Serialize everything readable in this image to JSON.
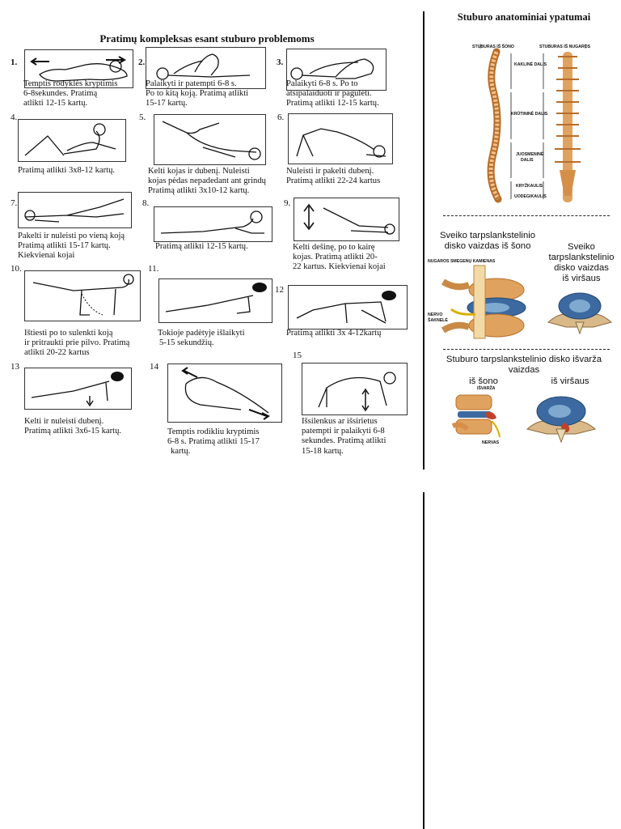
{
  "main_title": "Pratimų kompleksas esant stuburo problemoms",
  "side_title": "Stuburo anatominiai ypatumai",
  "exercises": [
    {
      "num": "1.",
      "lines": [
        "Temptis rodyklės kryptimis",
        "6-8sekundes. Pratimą",
        "atlikti 12-15 kartų."
      ]
    },
    {
      "num": "2.",
      "lines": [
        "Palaikyti ir patempti 6-8 s.",
        "Po to kitą koją. Pratimą atlikti",
        "15-17 kartų."
      ]
    },
    {
      "num": "3.",
      "lines": [
        "Palaikyti 6-8 s. Po to",
        "atsipalaiduoti ir pagulėti.",
        "Pratimą atlikti 12-15 kartų."
      ]
    },
    {
      "num": "4.",
      "lines": [
        "Pratimą atlikti 3x8-12 kartų."
      ]
    },
    {
      "num": "5.",
      "lines": [
        "Kelti kojas ir dubenį. Nuleisti",
        "kojas pėdas nepadedant ant grindų",
        "Pratimą atlikti 3x10-12 kartų."
      ]
    },
    {
      "num": "6.",
      "lines": [
        "Nuleisti ir pakelti dubenį.",
        "Pratimą atlikti 22-24 kartus"
      ]
    },
    {
      "num": "7.",
      "lines": [
        "Pakelti ir nuleisti po vieną koją",
        "Pratimą atlikti 15-17 kartų.",
        "Kiekvienai kojai"
      ]
    },
    {
      "num": "8.",
      "lines": [
        "Pratimą atlikti 12-15 kartų."
      ]
    },
    {
      "num": "9.",
      "lines": [
        "Kelti dešinę, po to kairę",
        "kojas. Pratimą atlikti 20-",
        "22 kartus. Kiekvienai kojai"
      ]
    },
    {
      "num": "10.",
      "lines": [
        "Ištiesti po to sulenkti koją",
        "ir pritraukti prie pilvo. Pratimą",
        "atlikti 20-22 kartus"
      ]
    },
    {
      "num": "11.",
      "lines": [
        "Tokioje padėtyje išlaikyti",
        "5-15 sekundžių."
      ]
    },
    {
      "num": "12",
      "lines": [
        "Pratimą atlikti 3x 4-12kartų"
      ]
    },
    {
      "num": "13",
      "lines": [
        "Kelti ir nuleisti dubenį.",
        "Pratimą atlikti 3x6-15 kartų."
      ]
    },
    {
      "num": "14",
      "lines": [
        "Temptis rodikliu kryptimis",
        "6-8 s. Pratimą atlikti 15-17",
        "kartų."
      ]
    },
    {
      "num": "15",
      "lines": [
        "Išsilenkus ar išsirietus",
        "patempti ir palaikyti 6-8",
        "sekundes. Pratimą atlikti",
        "15-18 kartų."
      ]
    }
  ],
  "spine_labels": {
    "side_view": "STUBURAS IŠ ŠONO",
    "back_view": "STUBURAS IŠ NUGAROS",
    "neck": "KAKLINĖ DALIS",
    "chest": "KRŪTININĖ DALIS",
    "lumbar_1": "JUOSMENINĖ",
    "lumbar_2": "DALIS",
    "sacrum": "KRYŽKAULIS",
    "coccyx": "UODEGIKAULIS"
  },
  "healthy_side": {
    "lines": [
      "Sveiko tarpslankstelinio",
      "disko vaizdas iš šono"
    ]
  },
  "healthy_top": {
    "lines": [
      "Sveiko",
      "tarpslankstelinio",
      "disko vaizdas",
      "iš viršaus"
    ]
  },
  "disc_labels": {
    "cord": "NUGAROS SMEGENŲ KAMIENAS",
    "nerve_1": "NERVO",
    "nerve_2": "ŠAKNELĖ",
    "hernia": "IŠVARŽA",
    "nerve": "NERVAS"
  },
  "hernia": {
    "title_lines": [
      "Stuburo tarpslankstelinio disko išvarža",
      "vaizdas"
    ],
    "side": "iš šono",
    "top": "iš viršaus"
  },
  "colors": {
    "bone": "#e0a35f",
    "bone_dark": "#b86d2a",
    "disc": "#3c6aa0",
    "disc_light": "#7fa9cf",
    "hernia": "#c2402b",
    "ink": "#111111"
  }
}
